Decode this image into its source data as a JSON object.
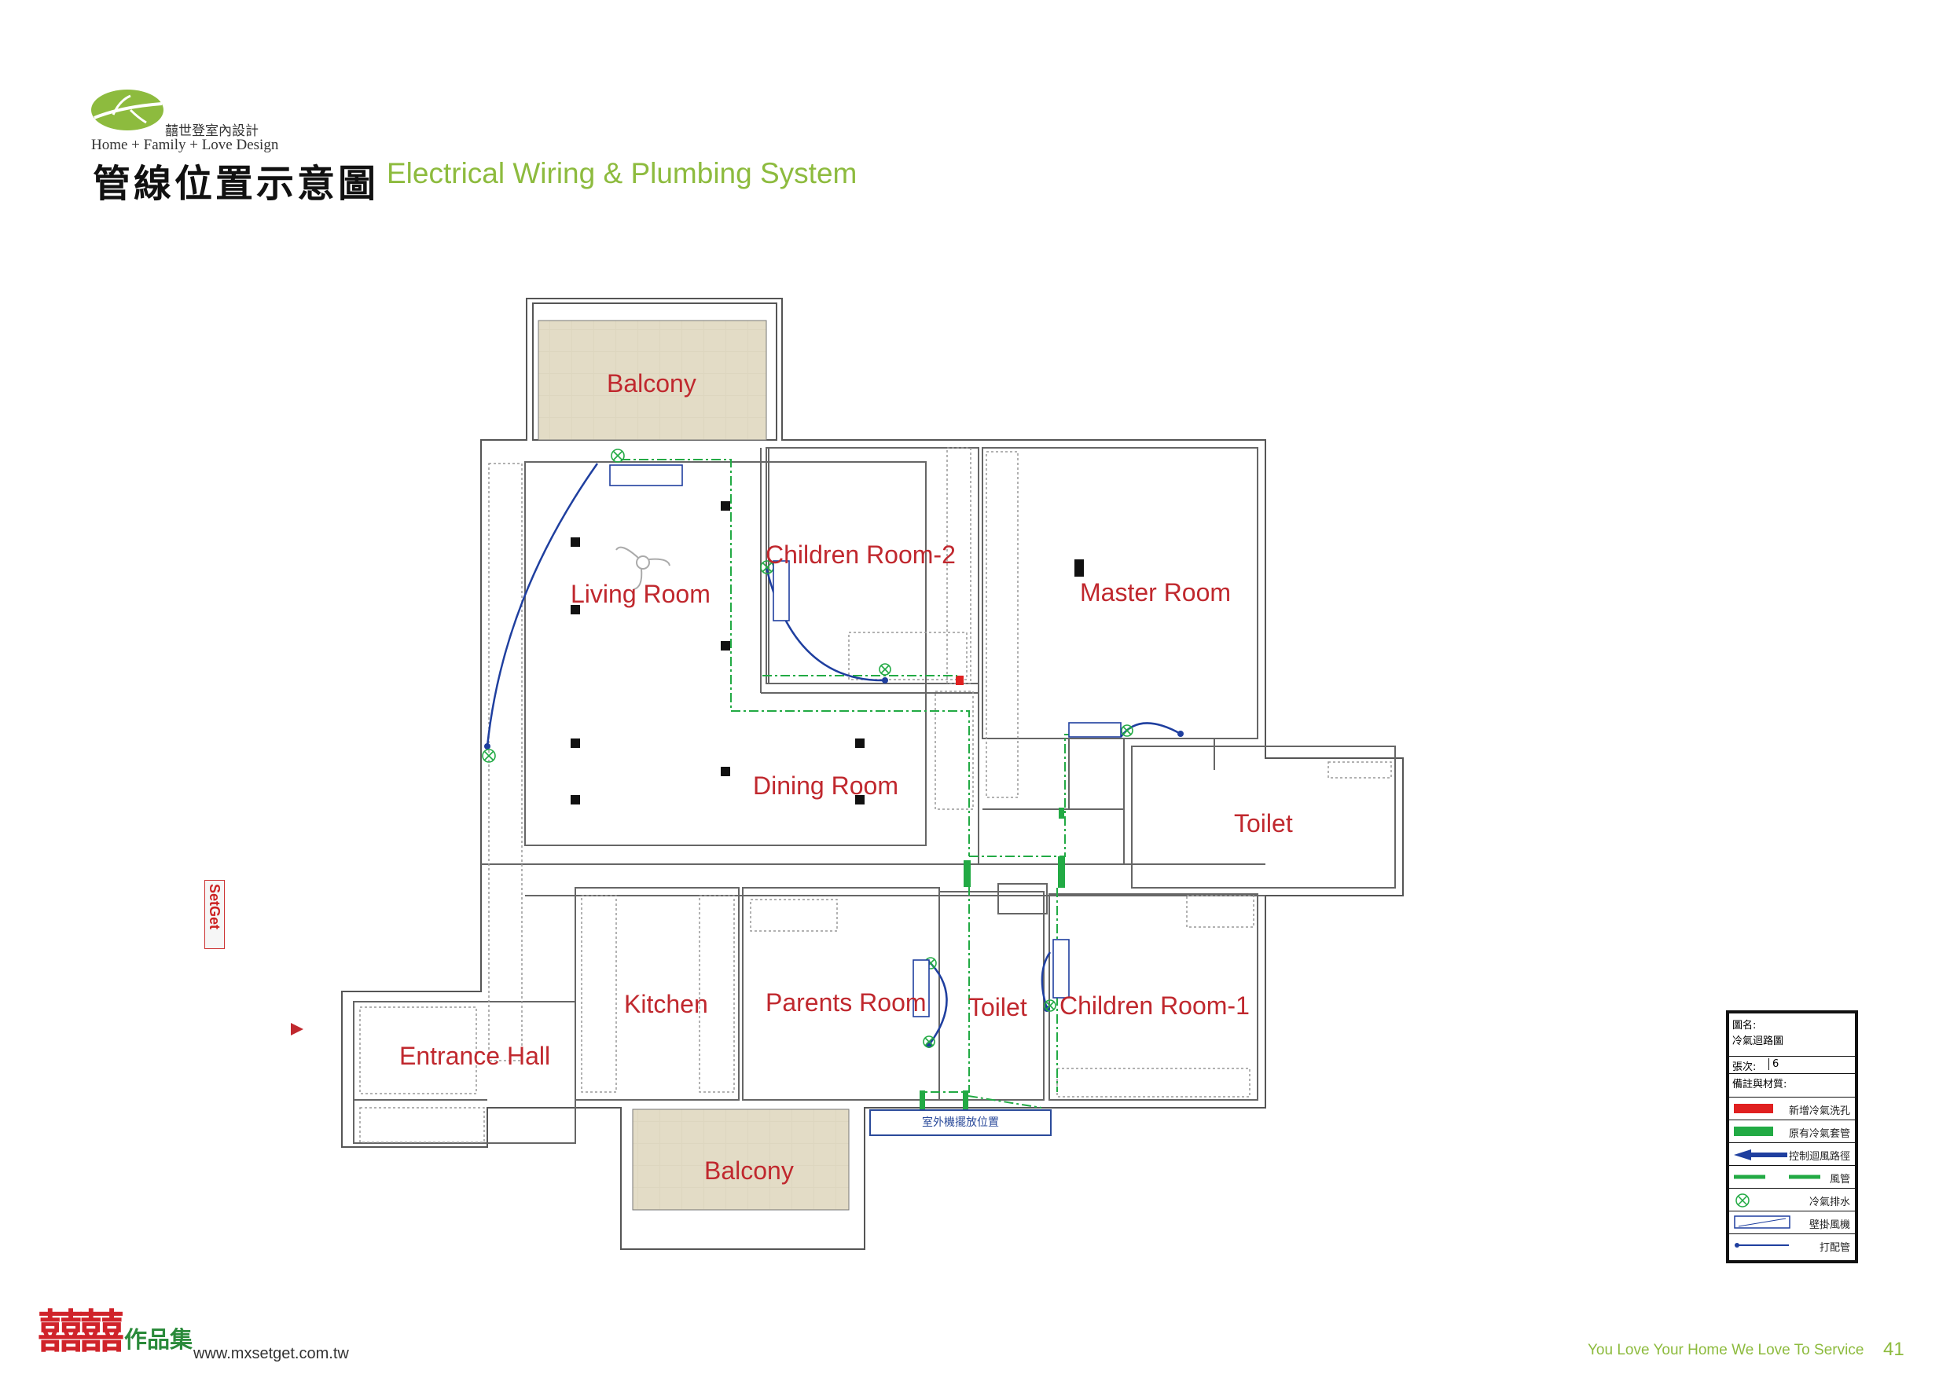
{
  "brand": {
    "company_cn": "囍世登室內設計",
    "tagline": "Home + Family + Love Design"
  },
  "title": {
    "cn": "管線位置示意圖",
    "en": "Electrical Wiring & Plumbing System"
  },
  "rooms": {
    "balcony_top": "Balcony",
    "living_room": "Living Room",
    "children_room_2": "Children Room-2",
    "master_room": "Master Room",
    "dining_room": "Dining Room",
    "toilet_right": "Toilet",
    "kitchen": "Kitchen",
    "parents_room": "Parents Room",
    "toilet_center": "Toilet",
    "children_room_1": "Children Room-1",
    "entrance_hall": "Entrance Hall",
    "balcony_bottom": "Balcony"
  },
  "outdoor_unit_note": "室外機擺放位置",
  "side_stamp": "SetGet",
  "legend": {
    "drawing_name_label": "圖名:",
    "drawing_name": "冷氣迴路圖",
    "sheet_label": "張次:",
    "sheet_no": "6",
    "notes_label": "備註與材質:",
    "items": [
      {
        "label": "新增冷氣洗孔",
        "symbol": "red-bar",
        "color": "#e02020"
      },
      {
        "label": "原有冷氣套管",
        "symbol": "green-bar",
        "color": "#22aa44"
      },
      {
        "label": "控制迴風路徑",
        "symbol": "blue-arrow",
        "color": "#1f3f9f"
      },
      {
        "label": "風管",
        "symbol": "green-dash",
        "color": "#22aa44"
      },
      {
        "label": "冷氣排水",
        "symbol": "drain-circle",
        "color": "#22aa44"
      },
      {
        "label": "壁掛風機",
        "symbol": "ac-unit",
        "color": "#1f3f9f"
      },
      {
        "label": "打配管",
        "symbol": "blue-line",
        "color": "#1f3f9f"
      }
    ]
  },
  "footer": {
    "logo_mark": "囍囍",
    "logo_text": "作品集",
    "url": "www.mxsetget.com.tw",
    "slogan": "You Love Your Home We Love To Service",
    "page": "41"
  }
}
